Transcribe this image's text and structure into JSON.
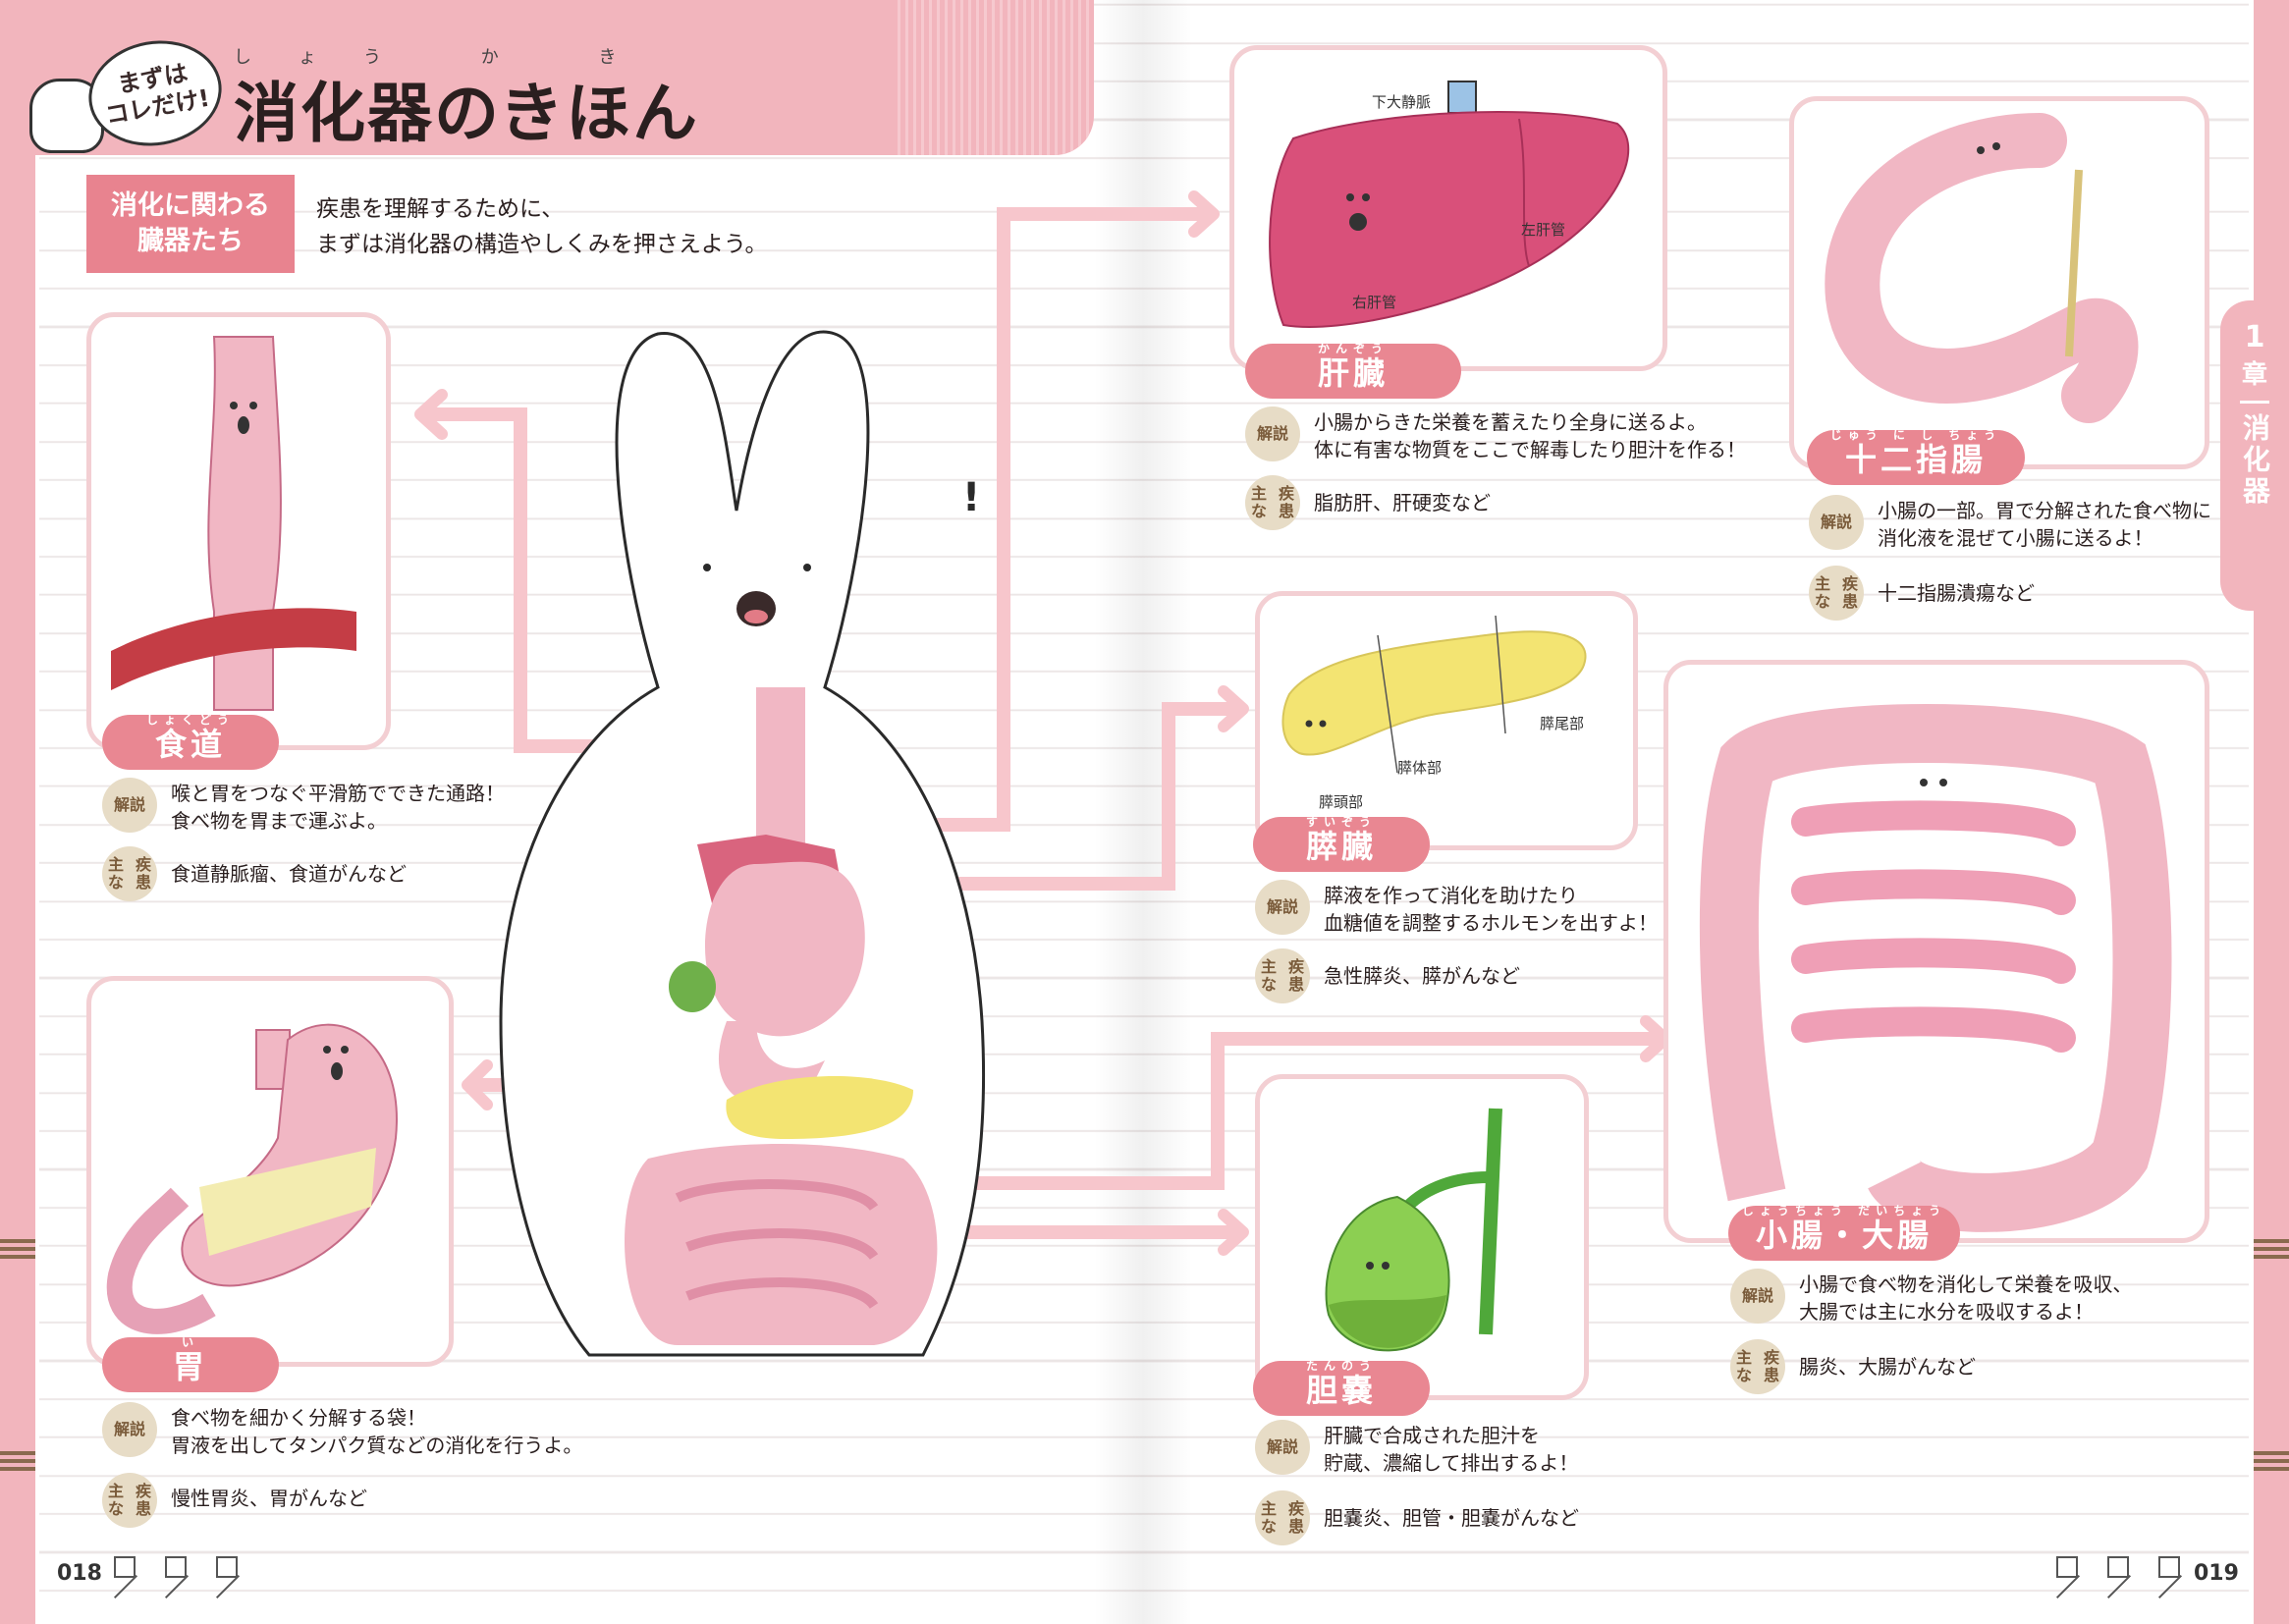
{
  "header": {
    "bubble_line1": "まずは",
    "bubble_line2": "コレだけ!",
    "title": "消化器のきほん",
    "title_ruby": "しょう か き"
  },
  "intro": {
    "tag_line1": "消化に関わる",
    "tag_line2": "臓器たち",
    "text_line1": "疾患を理解するために、",
    "text_line2": "まずは消化器の構造やしくみを押さえよう。"
  },
  "labels": {
    "explanation": "解説",
    "disease_line1": "主な",
    "disease_line2": "疾患"
  },
  "organs": {
    "esophagus": {
      "name": "食道",
      "ruby": "しょくどう",
      "desc_line1": "喉と胃をつなぐ平滑筋でできた通路！",
      "desc_line2": "食べ物を胃まで運ぶよ。",
      "diseases": "食道静脈瘤、食道がんなど"
    },
    "stomach": {
      "name": "胃",
      "ruby": "い",
      "desc_line1": "食べ物を細かく分解する袋！",
      "desc_line2": "胃液を出してタンパク質などの消化を行うよ。",
      "diseases": "慢性胃炎、胃がんなど"
    },
    "liver": {
      "name": "肝臓",
      "ruby": "かんぞう",
      "desc_line1": "小腸からきた栄養を蓄えたり全身に送るよ。",
      "desc_line2": "体に有害な物質をここで解毒したり胆汁を作る！",
      "diseases": "脂肪肝、肝硬変など",
      "annotation_ivc": "下大静脈",
      "annotation_left_duct": "左肝管",
      "annotation_right_duct": "右肝管"
    },
    "pancreas": {
      "name": "膵臓",
      "ruby": "すいぞう",
      "desc_line1": "膵液を作って消化を助けたり",
      "desc_line2": "血糖値を調整するホルモンを出すよ！",
      "diseases": "急性膵炎、膵がんなど",
      "annotation_head": "膵頭部",
      "annotation_body": "膵体部",
      "annotation_tail": "膵尾部"
    },
    "gallbladder": {
      "name": "胆嚢",
      "ruby": "たんのう",
      "desc_line1": "肝臓で合成された胆汁を",
      "desc_line2": "貯蔵、濃縮して排出するよ！",
      "diseases": "胆嚢炎、胆管・胆嚢がんなど"
    },
    "duodenum": {
      "name": "十二指腸",
      "ruby": "じゅう に し ちょう",
      "desc_line1": "小腸の一部。胃で分解された食べ物に",
      "desc_line2": "消化液を混ぜて小腸に送るよ！",
      "diseases": "十二指腸潰瘍など"
    },
    "intestines": {
      "name": "小腸・大腸",
      "ruby": "しょうちょう だいちょう",
      "desc_line1": "小腸で食べ物を消化して栄養を吸収、",
      "desc_line2": "大腸では主に水分を吸収するよ！",
      "diseases": "腸炎、大腸がんなど"
    }
  },
  "side_tab": {
    "number": "1",
    "chapter": "章",
    "section": "消化器"
  },
  "pages": {
    "left": "018",
    "right": "019"
  },
  "colors": {
    "accent": "#e98792",
    "band": "#f2b5bd",
    "frame": "#f3cfd3",
    "category": "#e7dcc6"
  }
}
